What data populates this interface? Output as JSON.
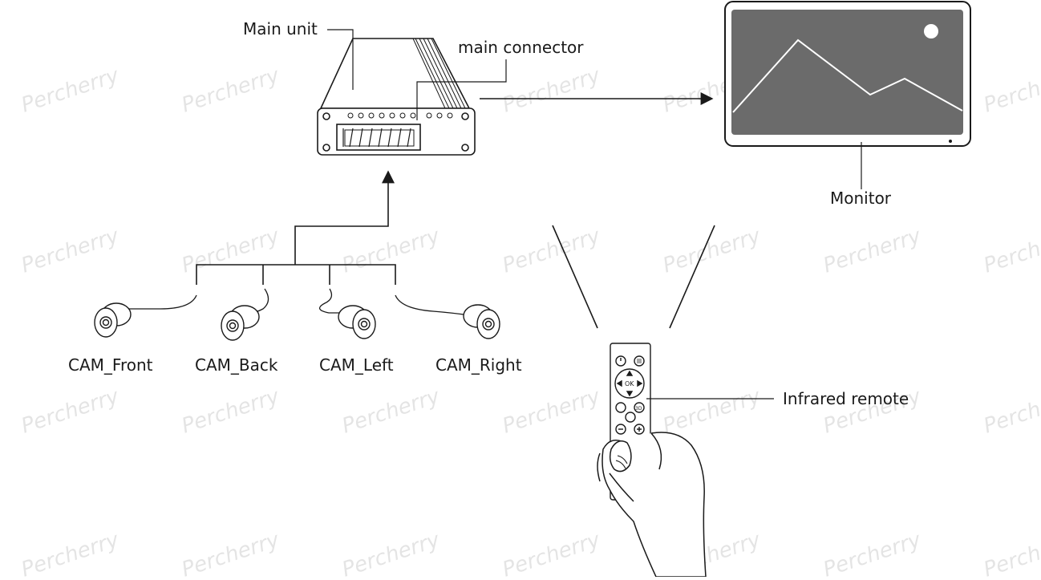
{
  "labels": {
    "main_unit": "Main unit",
    "main_connector": "main connector",
    "monitor": "Monitor",
    "infrared_remote": "Infrared remote",
    "cam_front": "CAM_Front",
    "cam_back": "CAM_Back",
    "cam_left": "CAM_Left",
    "cam_right": "CAM_Right"
  },
  "remote_keys": {
    "ok": "OK",
    "three_d": "3D"
  },
  "watermark": "Percherry",
  "colors": {
    "line": "#1a1a1a",
    "screen": "#6b6b6b",
    "screen_line": "#ffffff"
  },
  "icons": [
    "power-icon",
    "menu-icon",
    "arrow-up-icon",
    "arrow-down-icon",
    "arrow-left-icon",
    "arrow-right-icon",
    "back-icon",
    "steering-wheel-icon",
    "minus-icon",
    "plus-icon"
  ]
}
